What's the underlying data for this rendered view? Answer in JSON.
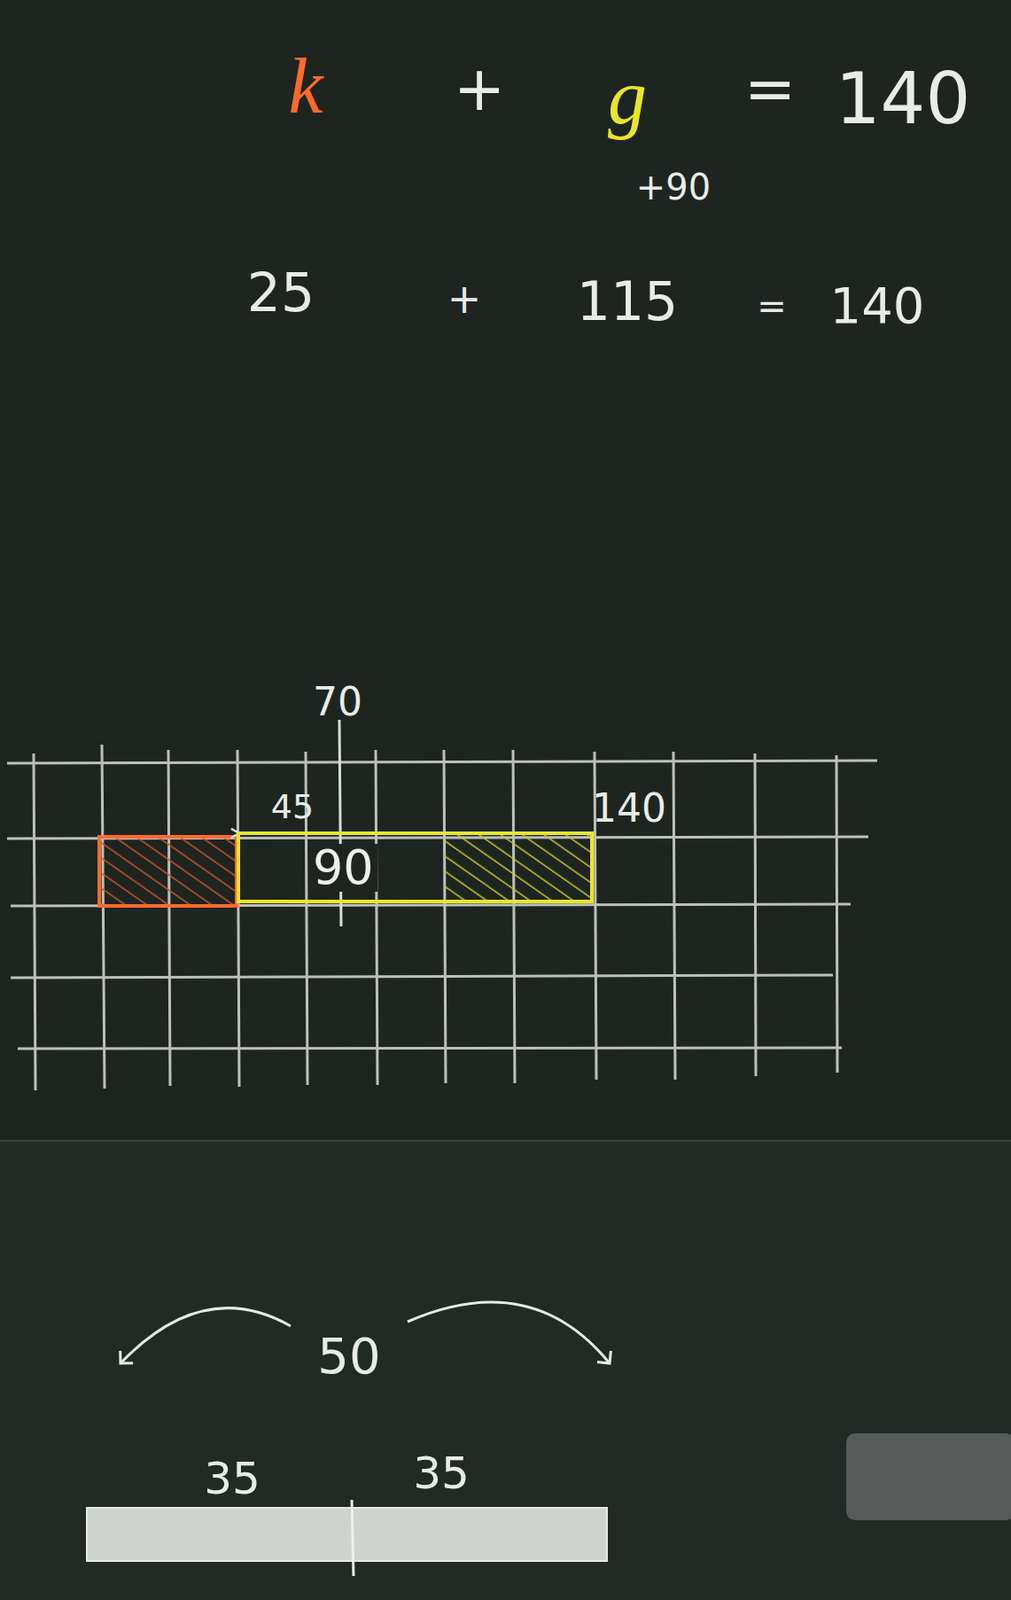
{
  "diagram": {
    "nodes": [
      {
        "text": [
          "90"
        ]
      }
    ],
    "labels": [
      "k",
      "+",
      "g",
      "=",
      "140",
      "+90",
      "25",
      "+",
      "115",
      "=",
      "140",
      "70",
      "45",
      "140",
      "50",
      "35",
      "35"
    ]
  }
}
